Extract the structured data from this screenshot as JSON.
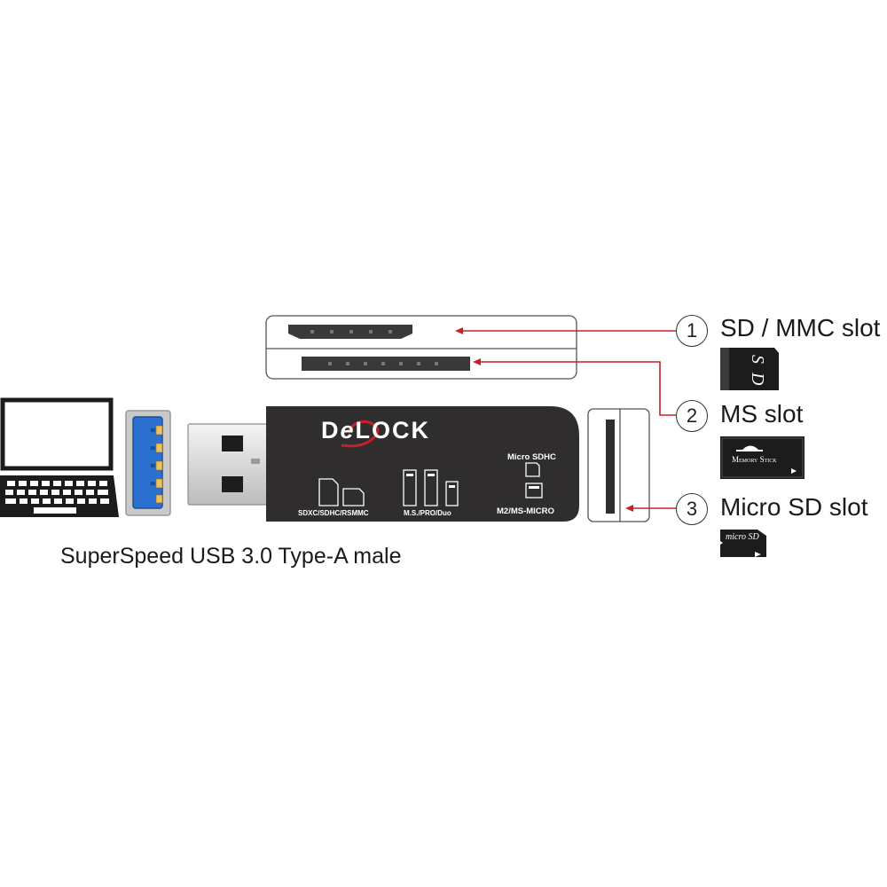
{
  "caption": "SuperSpeed USB 3.0 Type-A male",
  "brand": "DeLOCK",
  "brand_parts": {
    "d": "D",
    "e": "e",
    "rest": "LOCK"
  },
  "reader_labels": {
    "sd_formats": "SDXC/SDHC/RSMMC",
    "ms_formats": "M.S./PRO/Duo",
    "micro_sdhc": "Micro SDHC",
    "m2_ms_micro": "M2/MS-MICRO"
  },
  "slots": [
    {
      "number": "1",
      "label": "SD / MMC slot",
      "card": "sd-card"
    },
    {
      "number": "2",
      "label": "MS slot",
      "card": "memory-stick",
      "card_text": "Memory Stick"
    },
    {
      "number": "3",
      "label": "Micro SD slot",
      "card": "micro-sd-card",
      "card_text": "micro SD"
    }
  ],
  "colors": {
    "reader_body": "#2f2d2d",
    "usb_blue": "#2b6fd1",
    "callout_line": "#c8202a",
    "outline": "#222222"
  },
  "icons": [
    "laptop-icon",
    "usb-port-icon",
    "sd-card-icon",
    "memory-stick-icon",
    "micro-sd-card-icon"
  ]
}
